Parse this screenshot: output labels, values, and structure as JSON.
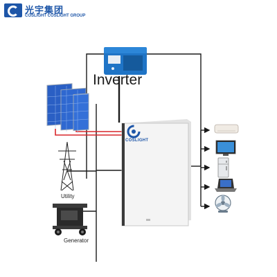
{
  "logo": {
    "name_cn": "光宇集团",
    "name_en": "COSLIGHT COSLIGHT GROUP",
    "brand_color": "#1e56a8"
  },
  "labels": {
    "inverter": "Inverter",
    "utility": "Utility",
    "generator": "Generator",
    "battery_brand": "COSLIGHT"
  },
  "colors": {
    "dc_wire": "#d8262a",
    "ac_wire": "#1a1a1a",
    "inverter_blue": "#1f74c6",
    "battery_white": "#f4f4f4"
  },
  "loads": [
    "air-conditioner-icon",
    "tv-icon",
    "refrigerator-icon",
    "laptop-icon",
    "fan-icon"
  ]
}
